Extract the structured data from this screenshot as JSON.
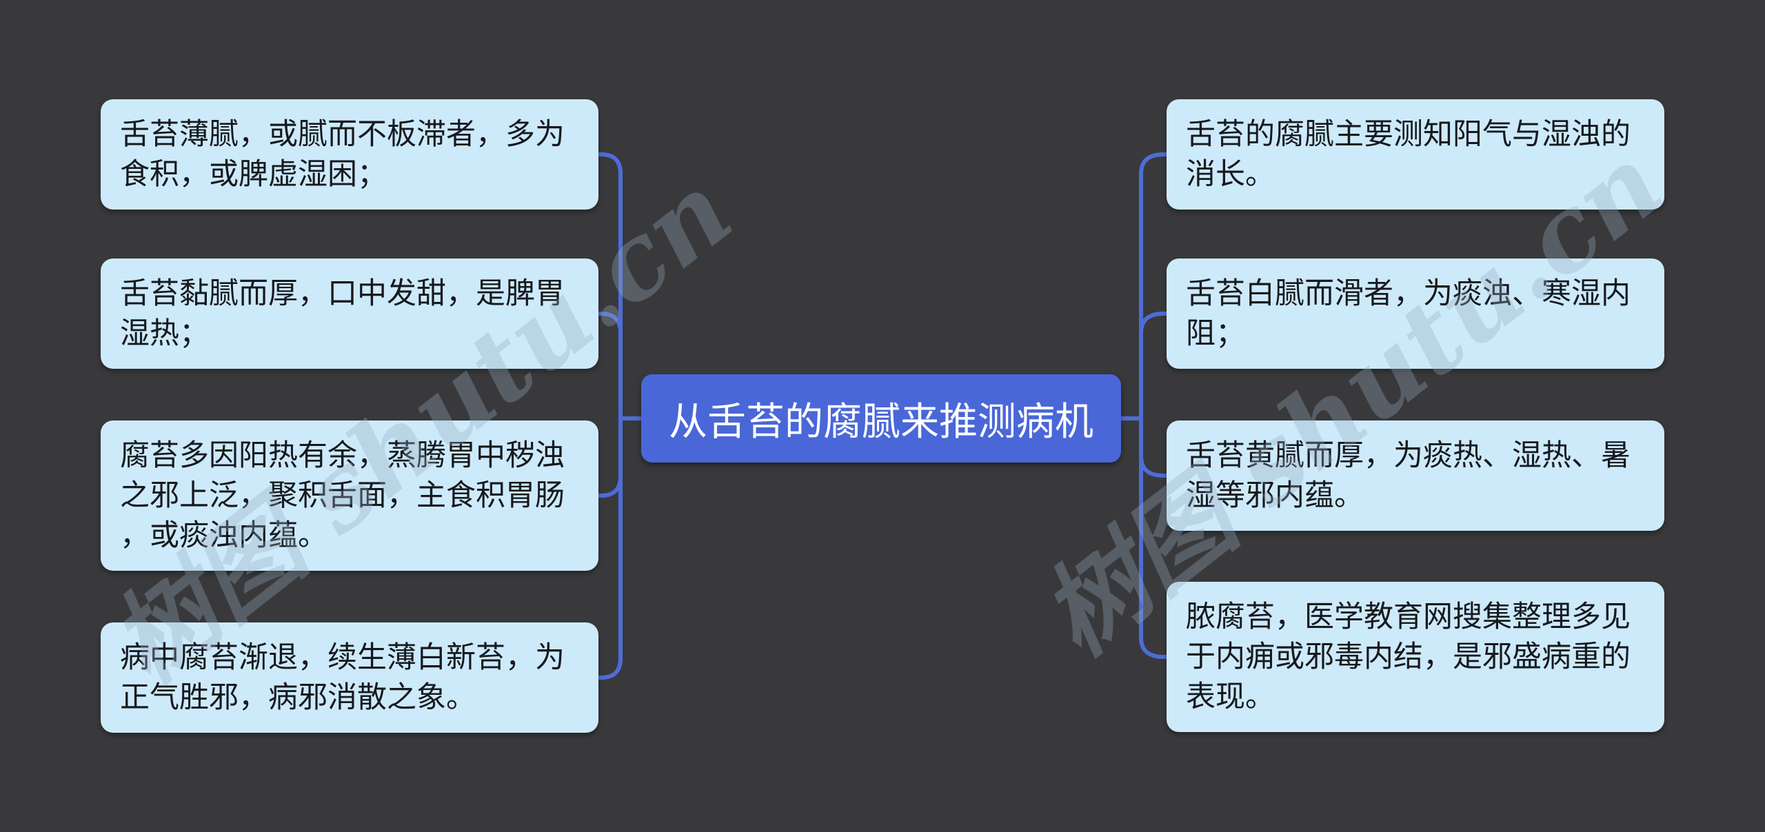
{
  "center": {
    "text": "从舌苔的腐腻来推测病机"
  },
  "left_nodes": [
    {
      "text": "舌苔薄腻，或腻而不板滞者，多为食积，或脾虚湿困；"
    },
    {
      "text": "舌苔黏腻而厚，口中发甜，是脾胃湿热；"
    },
    {
      "text": "腐苔多因阳热有余，蒸腾胃中秽浊之邪上泛，聚积舌面，主食积胃肠，或痰浊内蕴。"
    },
    {
      "text": "病中腐苔渐退，续生薄白新苔，为正气胜邪，病邪消散之象。"
    }
  ],
  "right_nodes": [
    {
      "text": "舌苔的腐腻主要测知阳气与湿浊的消长。"
    },
    {
      "text": "舌苔白腻而滑者，为痰浊、寒湿内阻；"
    },
    {
      "text": "舌苔黄腻而厚，为痰热、湿热、暑湿等邪内蕴。"
    },
    {
      "text": "脓腐苔，医学教育网搜集整理多见于内痈或邪毒内结，是邪盛病重的表现。"
    }
  ],
  "watermark": {
    "text": "树图 shutu.cn"
  },
  "colors": {
    "background": "#39393b",
    "branch_node_fill": "#cdeafb",
    "branch_node_text": "#17191e",
    "center_node_fill": "#4a67d8",
    "center_node_text": "#ffffff",
    "connector": "#4e6cd8",
    "watermark": "#94aabb"
  }
}
